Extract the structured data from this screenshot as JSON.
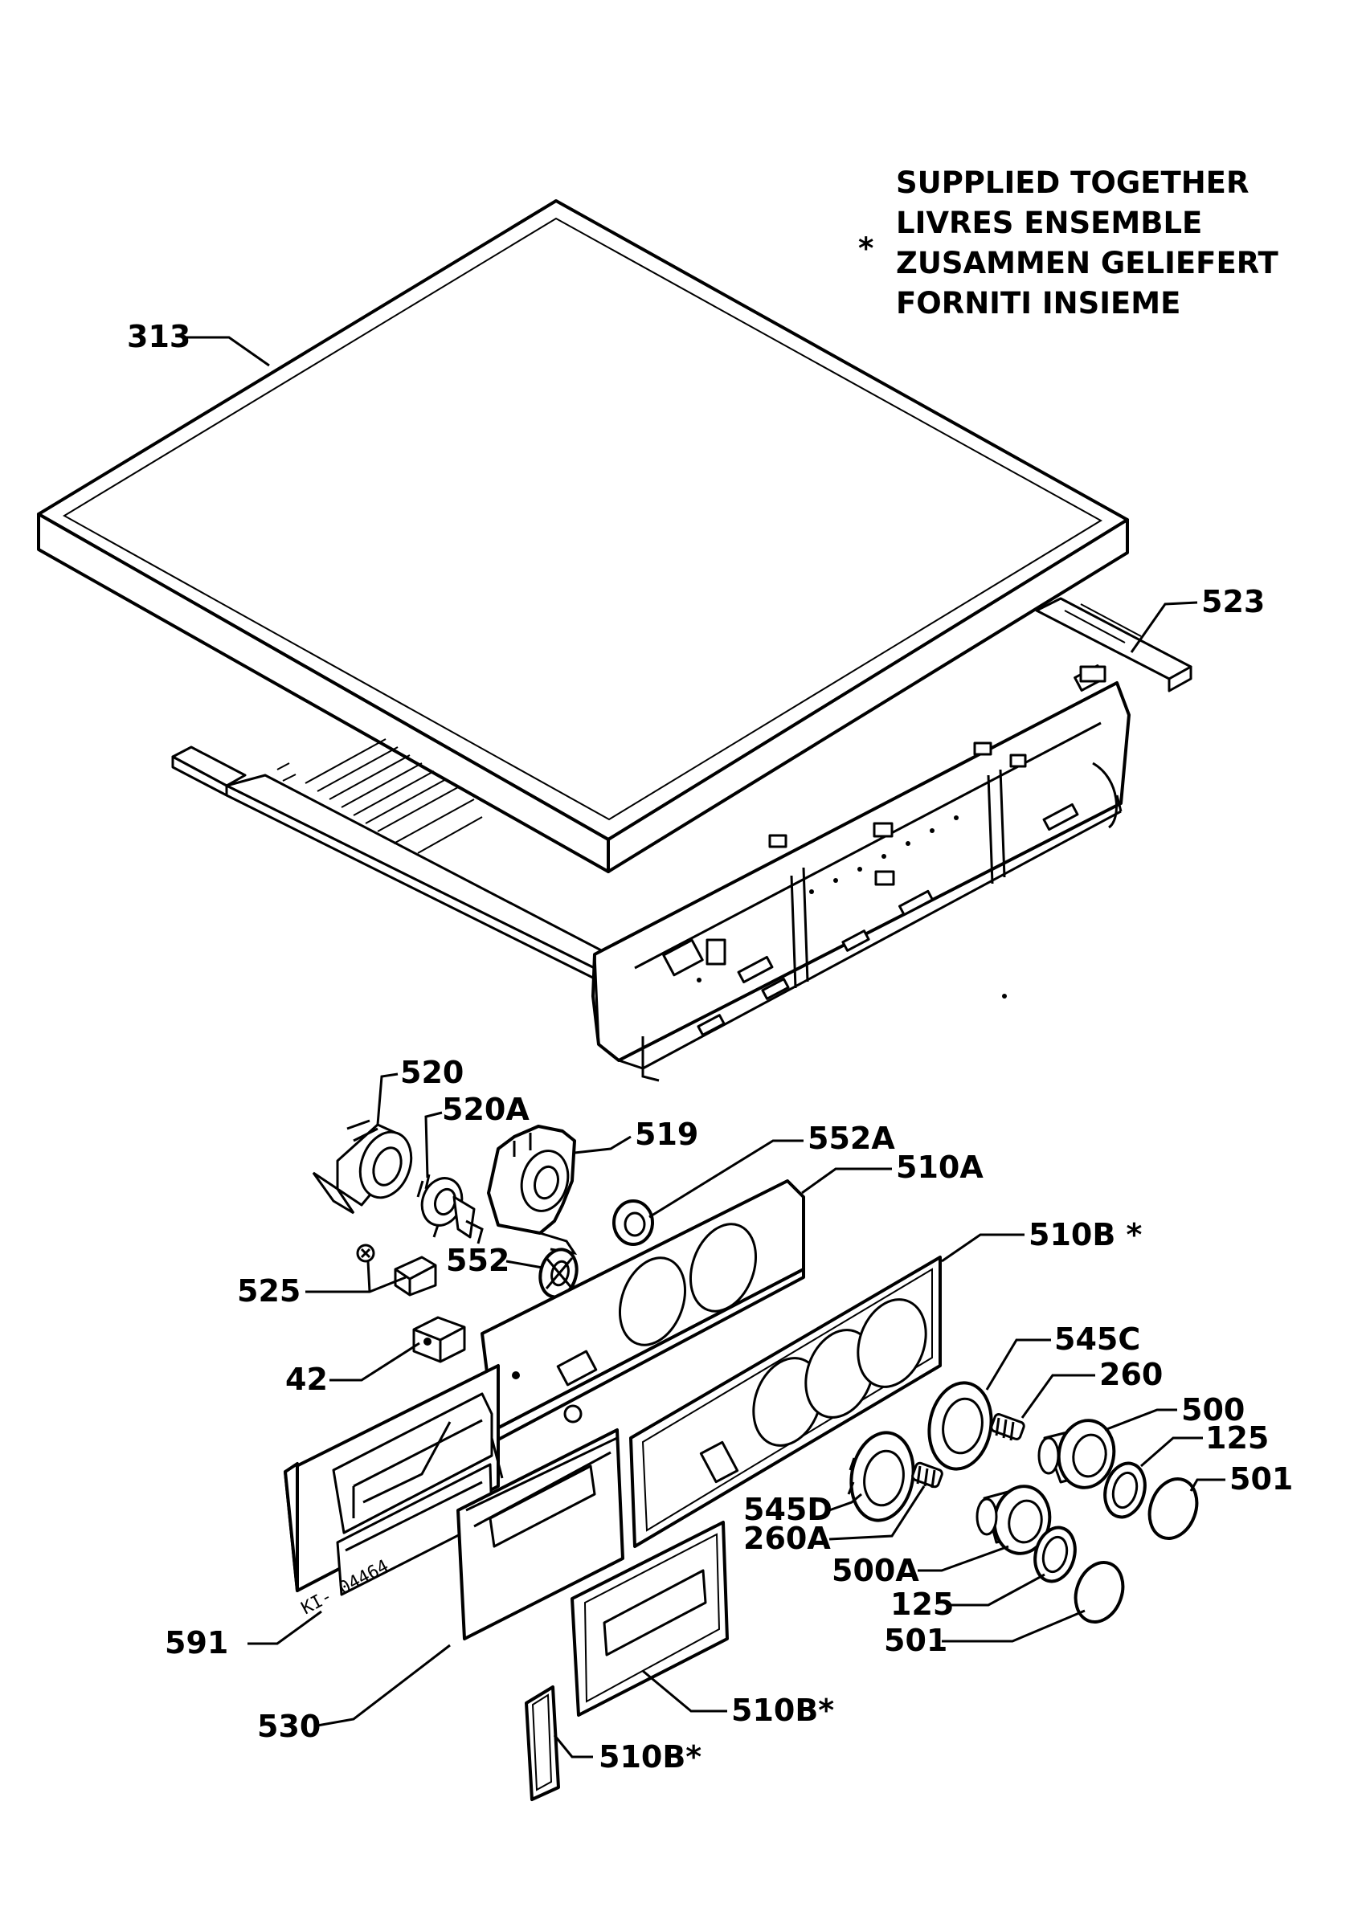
{
  "note": {
    "star": "*",
    "lines": [
      "SUPPLIED TOGETHER",
      "LIVRES ENSEMBLE",
      "ZUSAMMEN GELIEFERT",
      "FORNITI INSIEME"
    ]
  },
  "stamp": "KI- 04464",
  "labels": {
    "313": "313",
    "523": "523",
    "520": "520",
    "520A": "520A",
    "519": "519",
    "552A": "552A",
    "510A": "510A",
    "510B_top": "510B *",
    "525": "525",
    "552": "552",
    "42": "42",
    "545C": "545C",
    "260": "260",
    "500": "500",
    "125_right": "125",
    "501_right": "501",
    "545D": "545D",
    "260A": "260A",
    "500A": "500A",
    "125_left": "125",
    "501_left": "501",
    "591": "591",
    "530": "530",
    "510B_mid": "510B*",
    "510B_bottom": "510B*"
  }
}
